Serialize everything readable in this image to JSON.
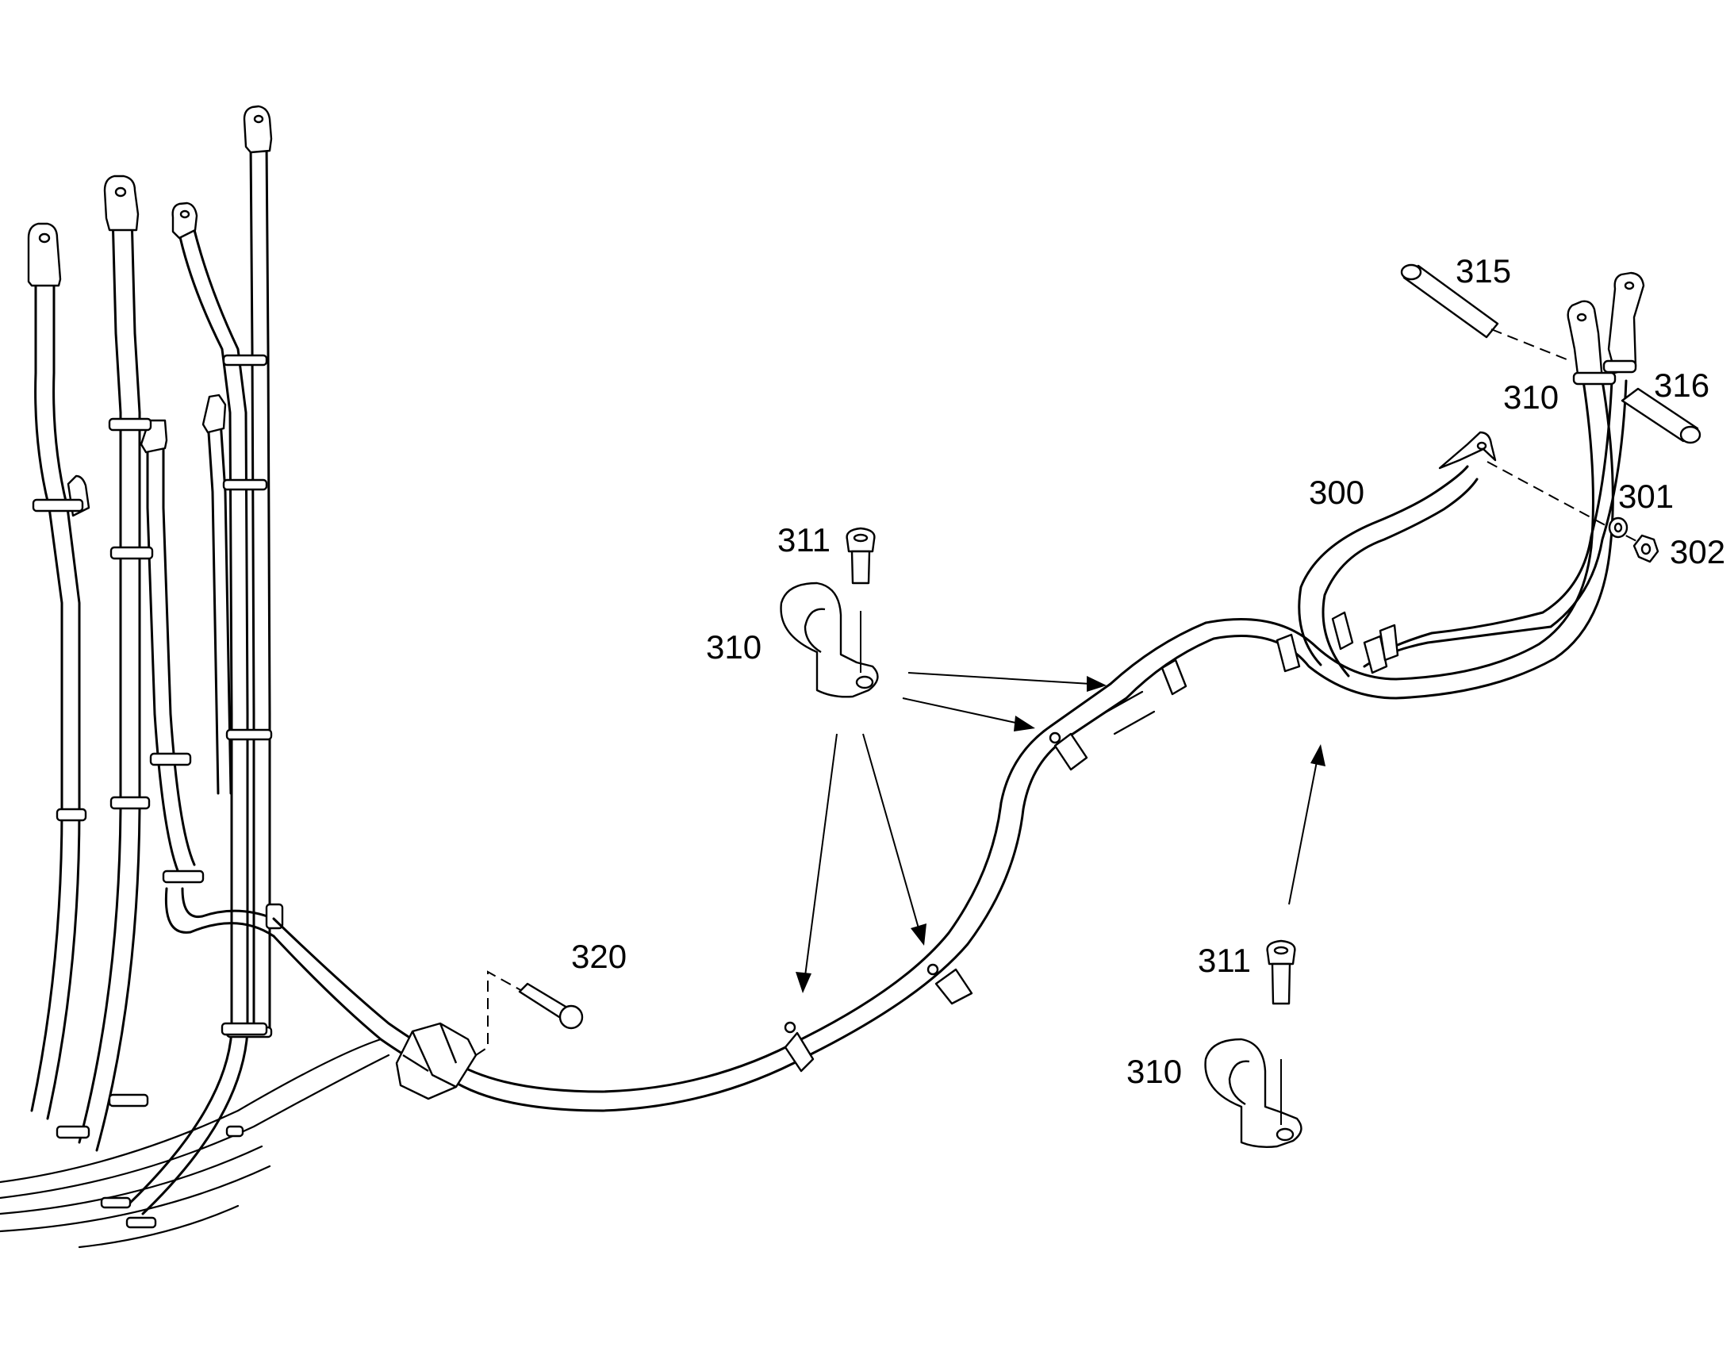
{
  "diagram": {
    "type": "exploded-parts-drawing",
    "callouts": [
      {
        "id": "c315",
        "label": "315"
      },
      {
        "id": "c316",
        "label": "316"
      },
      {
        "id": "c310a",
        "label": "310"
      },
      {
        "id": "c300",
        "label": "300"
      },
      {
        "id": "c301",
        "label": "301"
      },
      {
        "id": "c302",
        "label": "302"
      },
      {
        "id": "c311a",
        "label": "311"
      },
      {
        "id": "c310b",
        "label": "310"
      },
      {
        "id": "c320",
        "label": "320"
      },
      {
        "id": "c311b",
        "label": "311"
      },
      {
        "id": "c310c",
        "label": "310"
      }
    ]
  }
}
